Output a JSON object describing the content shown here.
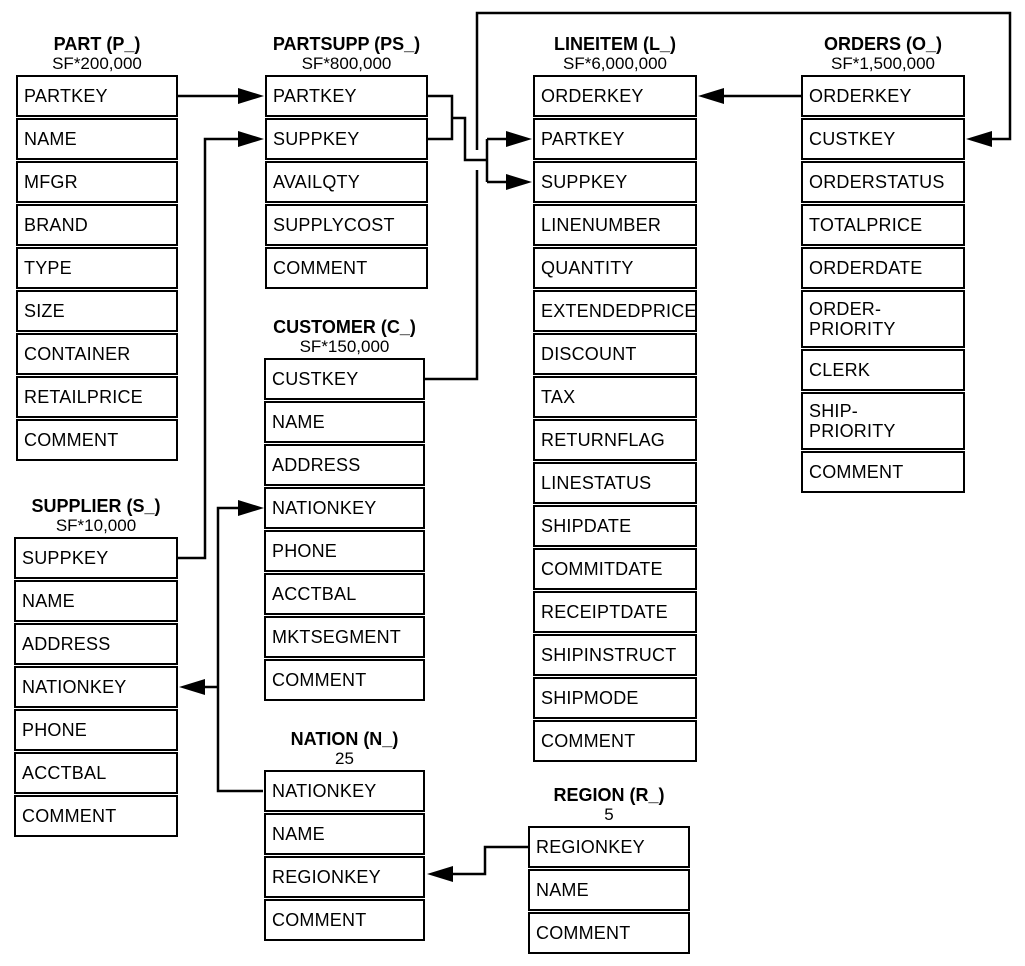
{
  "tables": {
    "part": {
      "title": "PART (P_)",
      "cardinality": "SF*200,000",
      "columns": [
        "PARTKEY",
        "NAME",
        "MFGR",
        "BRAND",
        "TYPE",
        "SIZE",
        "CONTAINER",
        "RETAILPRICE",
        "COMMENT"
      ]
    },
    "partsupp": {
      "title": "PARTSUPP (PS_)",
      "cardinality": "SF*800,000",
      "columns": [
        "PARTKEY",
        "SUPPKEY",
        "AVAILQTY",
        "SUPPLYCOST",
        "COMMENT"
      ]
    },
    "lineitem": {
      "title": "LINEITEM (L_)",
      "cardinality": "SF*6,000,000",
      "columns": [
        "ORDERKEY",
        "PARTKEY",
        "SUPPKEY",
        "LINENUMBER",
        "QUANTITY",
        "EXTENDEDPRICE",
        "DISCOUNT",
        "TAX",
        "RETURNFLAG",
        "LINESTATUS",
        "SHIPDATE",
        "COMMITDATE",
        "RECEIPTDATE",
        "SHIPINSTRUCT",
        "SHIPMODE",
        "COMMENT"
      ]
    },
    "orders": {
      "title": "ORDERS (O_)",
      "cardinality": "SF*1,500,000",
      "columns": [
        "ORDERKEY",
        "CUSTKEY",
        "ORDERSTATUS",
        "TOTALPRICE",
        "ORDERDATE",
        "ORDER-\nPRIORITY",
        "CLERK",
        "SHIP-\nPRIORITY",
        "COMMENT"
      ]
    },
    "customer": {
      "title": "CUSTOMER (C_)",
      "cardinality": "SF*150,000",
      "columns": [
        "CUSTKEY",
        "NAME",
        "ADDRESS",
        "NATIONKEY",
        "PHONE",
        "ACCTBAL",
        "MKTSEGMENT",
        "COMMENT"
      ]
    },
    "supplier": {
      "title": "SUPPLIER (S_)",
      "cardinality": "SF*10,000",
      "columns": [
        "SUPPKEY",
        "NAME",
        "ADDRESS",
        "NATIONKEY",
        "PHONE",
        "ACCTBAL",
        "COMMENT"
      ]
    },
    "nation": {
      "title": "NATION (N_)",
      "cardinality": "25",
      "columns": [
        "NATIONKEY",
        "NAME",
        "REGIONKEY",
        "COMMENT"
      ]
    },
    "region": {
      "title": "REGION (R_)",
      "cardinality": "5",
      "columns": [
        "REGIONKEY",
        "NAME",
        "COMMENT"
      ]
    }
  },
  "relationships": [
    {
      "from": "PART.PARTKEY",
      "to": "PARTSUPP.PARTKEY"
    },
    {
      "from": "SUPPLIER.SUPPKEY",
      "to": "PARTSUPP.SUPPKEY"
    },
    {
      "from": "PARTSUPP.PARTKEY",
      "to": "LINEITEM.PARTKEY"
    },
    {
      "from": "PARTSUPP.SUPPKEY",
      "to": "LINEITEM.SUPPKEY"
    },
    {
      "from": "ORDERS.ORDERKEY",
      "to": "LINEITEM.ORDERKEY"
    },
    {
      "from": "CUSTOMER.CUSTKEY",
      "to": "ORDERS.CUSTKEY"
    },
    {
      "from": "NATION.NATIONKEY",
      "to": "CUSTOMER.NATIONKEY"
    },
    {
      "from": "NATION.NATIONKEY",
      "to": "SUPPLIER.NATIONKEY"
    },
    {
      "from": "REGION.REGIONKEY",
      "to": "NATION.REGIONKEY"
    }
  ],
  "colors": {
    "line": "#000000",
    "background": "#ffffff"
  }
}
